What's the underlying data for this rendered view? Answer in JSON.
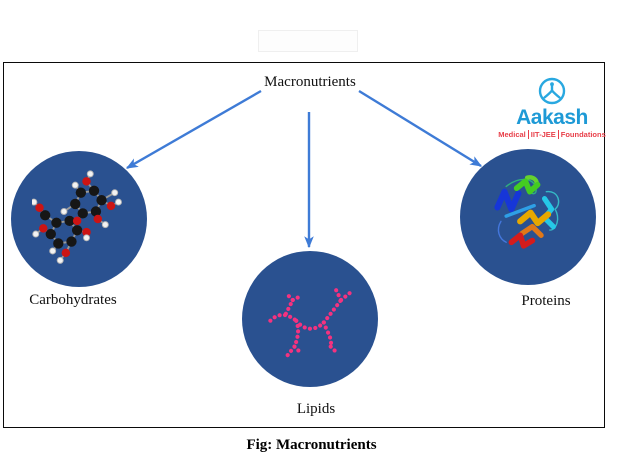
{
  "diagram": {
    "root_label": "Macronutrients",
    "nodes": [
      {
        "label": "Carbohydrates",
        "image": "carbohydrate-ball-and-stick-molecule"
      },
      {
        "label": "Lipids",
        "image": "lipid-beaded-branch-molecule"
      },
      {
        "label": "Proteins",
        "image": "protein-rainbow-ribbon-structure"
      }
    ]
  },
  "logo": {
    "brand": "Aakash",
    "tagline_segments": [
      "Medical",
      "IIT-JEE",
      "Foundations"
    ],
    "brand_color": "#1E9AD6",
    "tagline_color": "#E8404A"
  },
  "caption": "Fig: Macronutrients",
  "colors": {
    "node_fill": "#2A5190",
    "arrow": "#3E7BD6",
    "box_border": "#0A0A0A"
  }
}
